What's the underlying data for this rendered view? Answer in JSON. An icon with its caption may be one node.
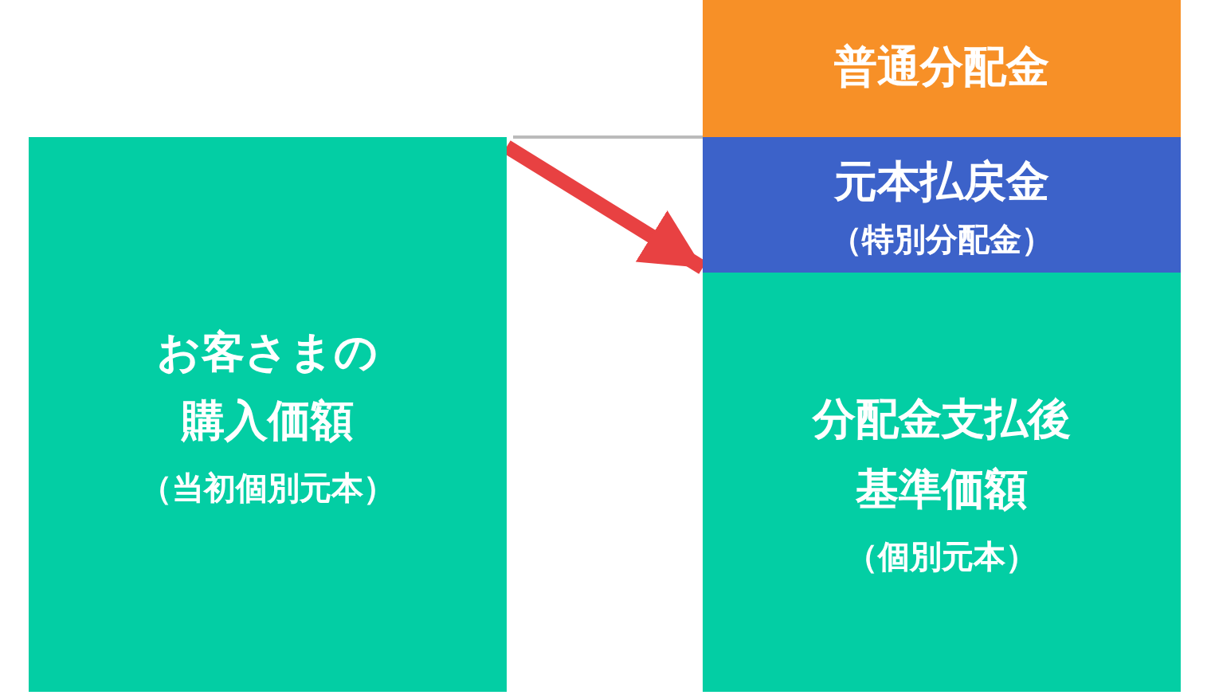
{
  "diagram": {
    "nodes": [
      {
        "text": [
          "お客さまの購入価額",
          "（当初個別元本）"
        ]
      },
      {
        "text": [
          "普通分配金"
        ]
      },
      {
        "text": [
          "元本払戻金",
          "（特別分配金）"
        ]
      },
      {
        "text": [
          "分配金支払後基準価額",
          "（個別元本）"
        ]
      }
    ],
    "edges": [
      {
        "from": 0,
        "to": 2,
        "arrow": "to"
      }
    ]
  }
}
